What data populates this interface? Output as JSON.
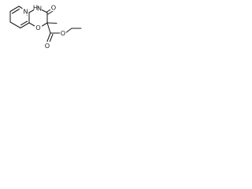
{
  "molecule": {
    "atoms": {
      "n_ring": "N",
      "nh": "N",
      "h": "H",
      "o_carbonyl": "O",
      "o_ring": "O",
      "o_ester_carbonyl": "O",
      "o_ester": "O"
    }
  },
  "colors": {
    "bond": "#1a1a1a",
    "background": "#ffffff"
  }
}
